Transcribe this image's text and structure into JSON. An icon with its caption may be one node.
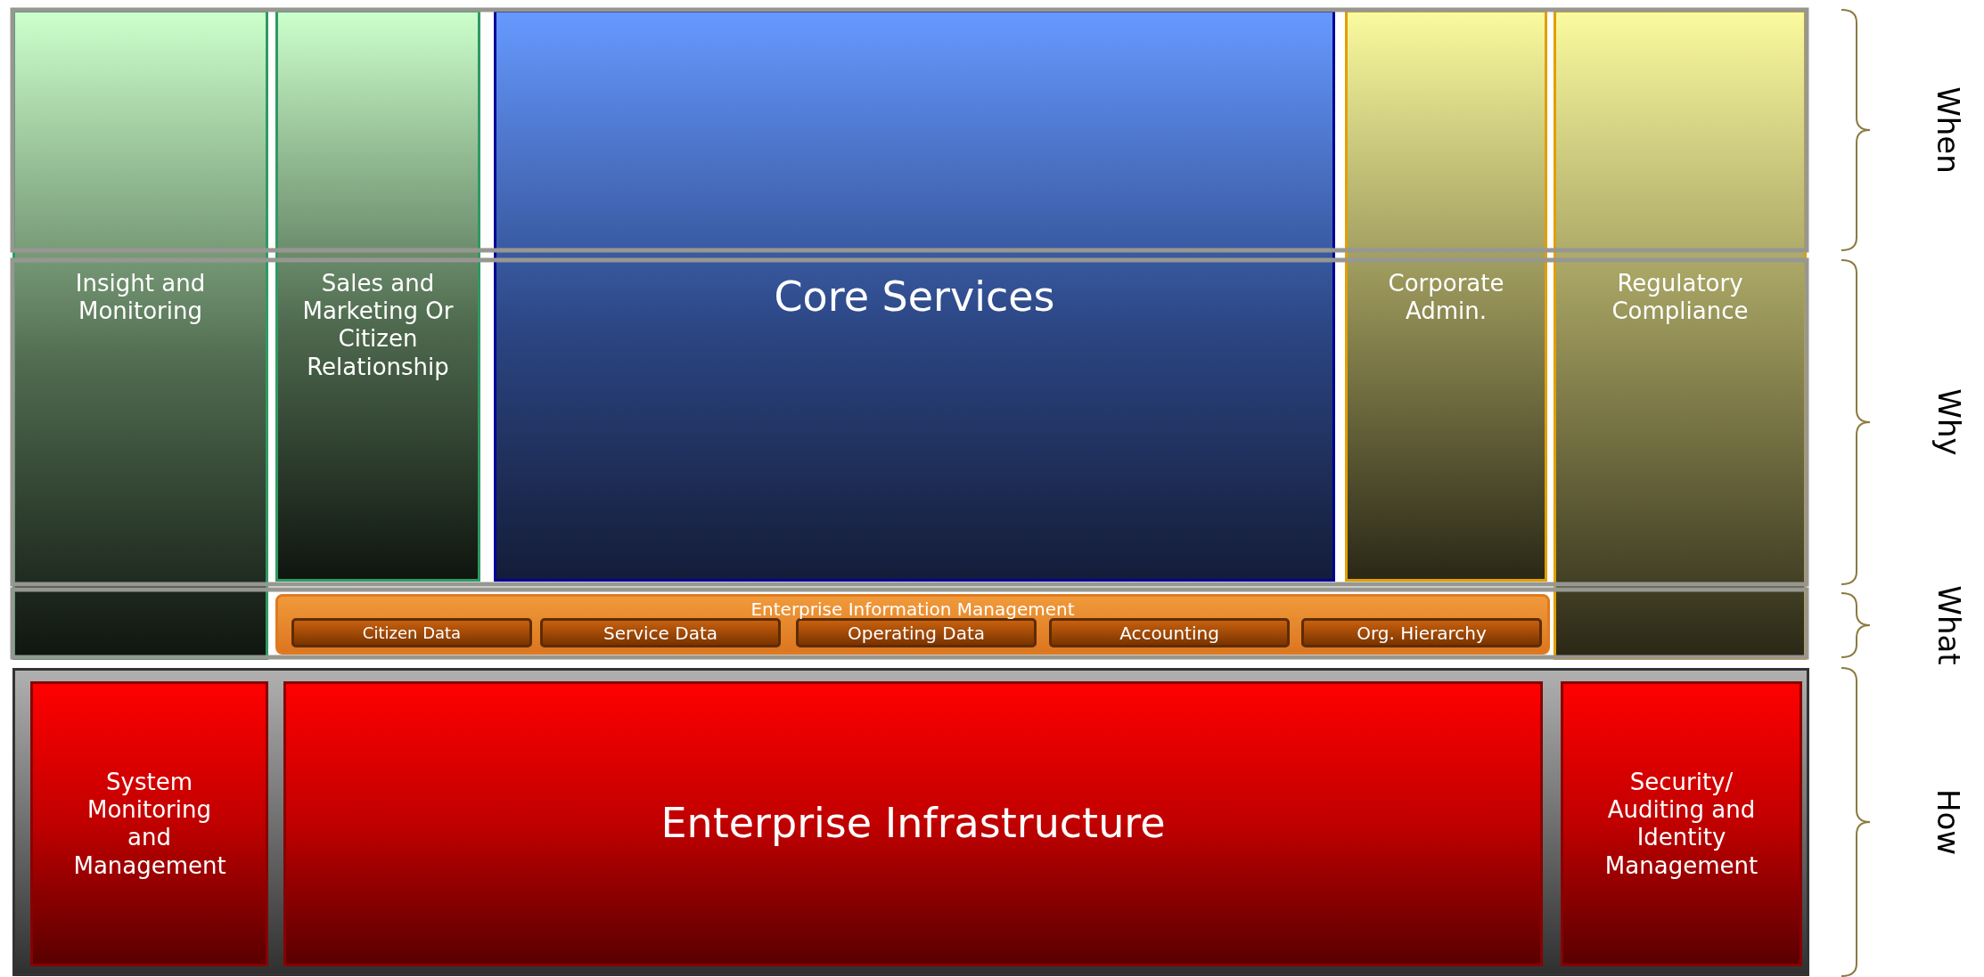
{
  "diagram": {
    "nodes": [
      {
        "text": [
          "Insight and Monitoring"
        ]
      },
      {
        "text": [
          "Sales and Marketing Or Citizen Relationship"
        ]
      },
      {
        "text": [
          "Core Services"
        ]
      },
      {
        "text": [
          "Corporate Admin."
        ]
      },
      {
        "text": [
          "Regulatory Compliance"
        ]
      },
      {
        "text": [
          "Enterprise Information Management"
        ]
      },
      {
        "text": [
          "Citizen Data"
        ],
        "in": 5
      },
      {
        "text": [
          "Service Data"
        ],
        "in": 5
      },
      {
        "text": [
          "Operating Data"
        ],
        "in": 5
      },
      {
        "text": [
          "Accounting"
        ],
        "in": 5
      },
      {
        "text": [
          "Org. Hierarchy"
        ],
        "in": 5
      },
      {
        "text": [],
        "shape": "box"
      },
      {
        "text": [
          "System Monitoring and Management"
        ],
        "in": 11
      },
      {
        "text": [
          "Enterprise Infrastructure"
        ],
        "in": 11
      },
      {
        "text": [
          "Security/ Auditing and Identity Management"
        ],
        "in": 11
      }
    ],
    "edges": [],
    "labels": [
      "When",
      "Why",
      "What",
      "How"
    ]
  }
}
